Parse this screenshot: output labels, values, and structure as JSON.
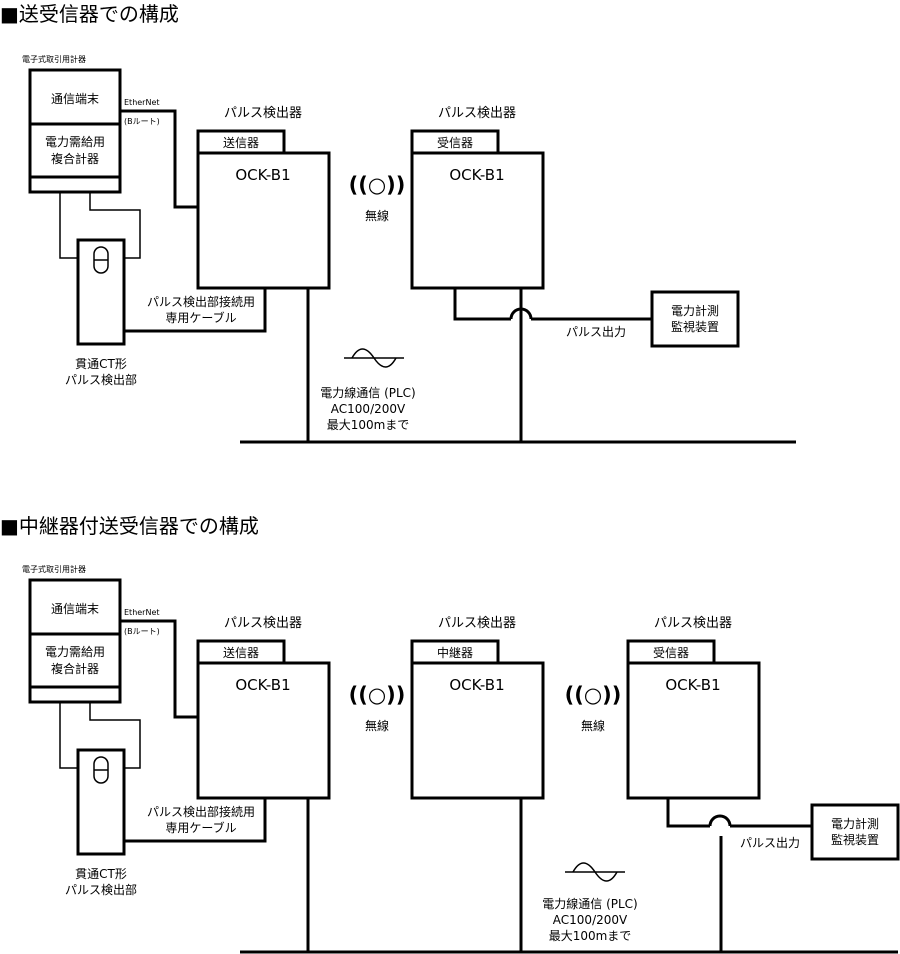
{
  "section1": {
    "title": "■送受信器での構成",
    "meter_caption": "電子式取引用計器",
    "comm_terminal": "通信端末",
    "ethernet": "EtherNet",
    "b_route": "(Bルート)",
    "meter_line1": "電力需給用",
    "meter_line2": "複合計器",
    "ct_line1": "貫通CT形",
    "ct_line2": "パルス検出部",
    "cable_line1": "パルス検出部接続用",
    "cable_line2": "専用ケーブル",
    "detector1_title": "パルス検出器",
    "detector1_role": "送信器",
    "detector1_model": "OCK-B1",
    "detector2_title": "パルス検出器",
    "detector2_role": "受信器",
    "detector2_model": "OCK-B1",
    "wireless_symbol": "((○))",
    "wireless_label": "無線",
    "pulse_output": "パルス出力",
    "monitor_line1": "電力計測",
    "monitor_line2": "監視装置",
    "plc_line1": "電力線通信 (PLC)",
    "plc_line2": "AC100/200V",
    "plc_line3": "最大100mまで"
  },
  "section2": {
    "title": "■中継器付送受信器での構成",
    "meter_caption": "電子式取引用計器",
    "comm_terminal": "通信端末",
    "ethernet": "EtherNet",
    "b_route": "(Bルート)",
    "meter_line1": "電力需給用",
    "meter_line2": "複合計器",
    "ct_line1": "貫通CT形",
    "ct_line2": "パルス検出部",
    "cable_line1": "パルス検出部接続用",
    "cable_line2": "専用ケーブル",
    "detector1_title": "パルス検出器",
    "detector1_role": "送信器",
    "detector1_model": "OCK-B1",
    "detector2_title": "パルス検出器",
    "detector2_role": "中継器",
    "detector2_model": "OCK-B1",
    "detector3_title": "パルス検出器",
    "detector3_role": "受信器",
    "detector3_model": "OCK-B1",
    "wireless_symbol": "((○))",
    "wireless_label": "無線",
    "pulse_output": "パルス出力",
    "monitor_line1": "電力計測",
    "monitor_line2": "監視装置",
    "plc_line1": "電力線通信 (PLC)",
    "plc_line2": "AC100/200V",
    "plc_line3": "最大100mまで"
  }
}
